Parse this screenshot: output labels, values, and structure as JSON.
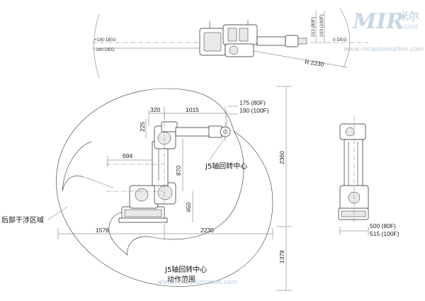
{
  "logo": {
    "letters": "MIR",
    "chinese": "米尔",
    "subtitle": "自动化网"
  },
  "watermark": {
    "top": "www.mirautomation.com",
    "bottom": "www.mirautomation.com"
  },
  "top_view": {
    "plus_180": "+180 DEG",
    "minus_180": "-180 DEG",
    "zero_deg": "0 DEG",
    "radius": "R 2230",
    "dim_213": "213 (80F)",
    "dim_223": "223 (100F)"
  },
  "side_view": {
    "dim_320": "320",
    "dim_1015": "1015",
    "dim_175": "175  (80F)",
    "dim_190": "190  (100F)",
    "dim_225": "225",
    "dim_694": "694",
    "dim_870": "870",
    "dim_450": "450",
    "dim_2360": "2360",
    "dim_1576": "1576",
    "dim_2230": "2230",
    "dim_1378": "1378",
    "label_j5_center": "J5轴回转中心",
    "label_rear_interference": "后部干涉区域",
    "label_j5_range_line1": "J5轴回转中心",
    "label_j5_range_line2": "动作范围"
  },
  "front_view": {
    "dim_500": "500 (80F)",
    "dim_515": "515 (100F)"
  }
}
